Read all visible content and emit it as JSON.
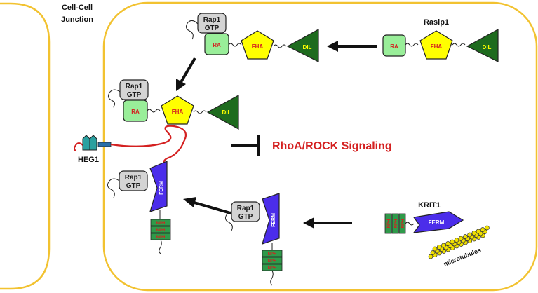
{
  "labels": {
    "junction": [
      "Cell-Cell",
      "Junction"
    ],
    "rasip1": "Rasip1",
    "heg1": "HEG1",
    "krit1": "KRIT1",
    "signaling": "RhoA/ROCK Signaling",
    "microtubules": "microtubules"
  },
  "rap1": [
    "Rap1",
    "GTP"
  ],
  "domains": {
    "ra": "RA",
    "fha": "FHA",
    "dil": "DIL",
    "ferm": "FERM",
    "nph": "NPH"
  },
  "colors": {
    "membrane": "#f2c230",
    "rap1_fill": "#d4d4d4",
    "ra_fill": "#99ee99",
    "fha_fill": "#ffff00",
    "dil_fill": "#1e6b1e",
    "ferm_fill": "#4b2dea",
    "nph_fill": "#2f9a4a",
    "heg1_fill": "#2aa0a0",
    "linker_red": "#d42020",
    "signal_text": "#d42020",
    "microtubule_fill": "#f0e000"
  }
}
